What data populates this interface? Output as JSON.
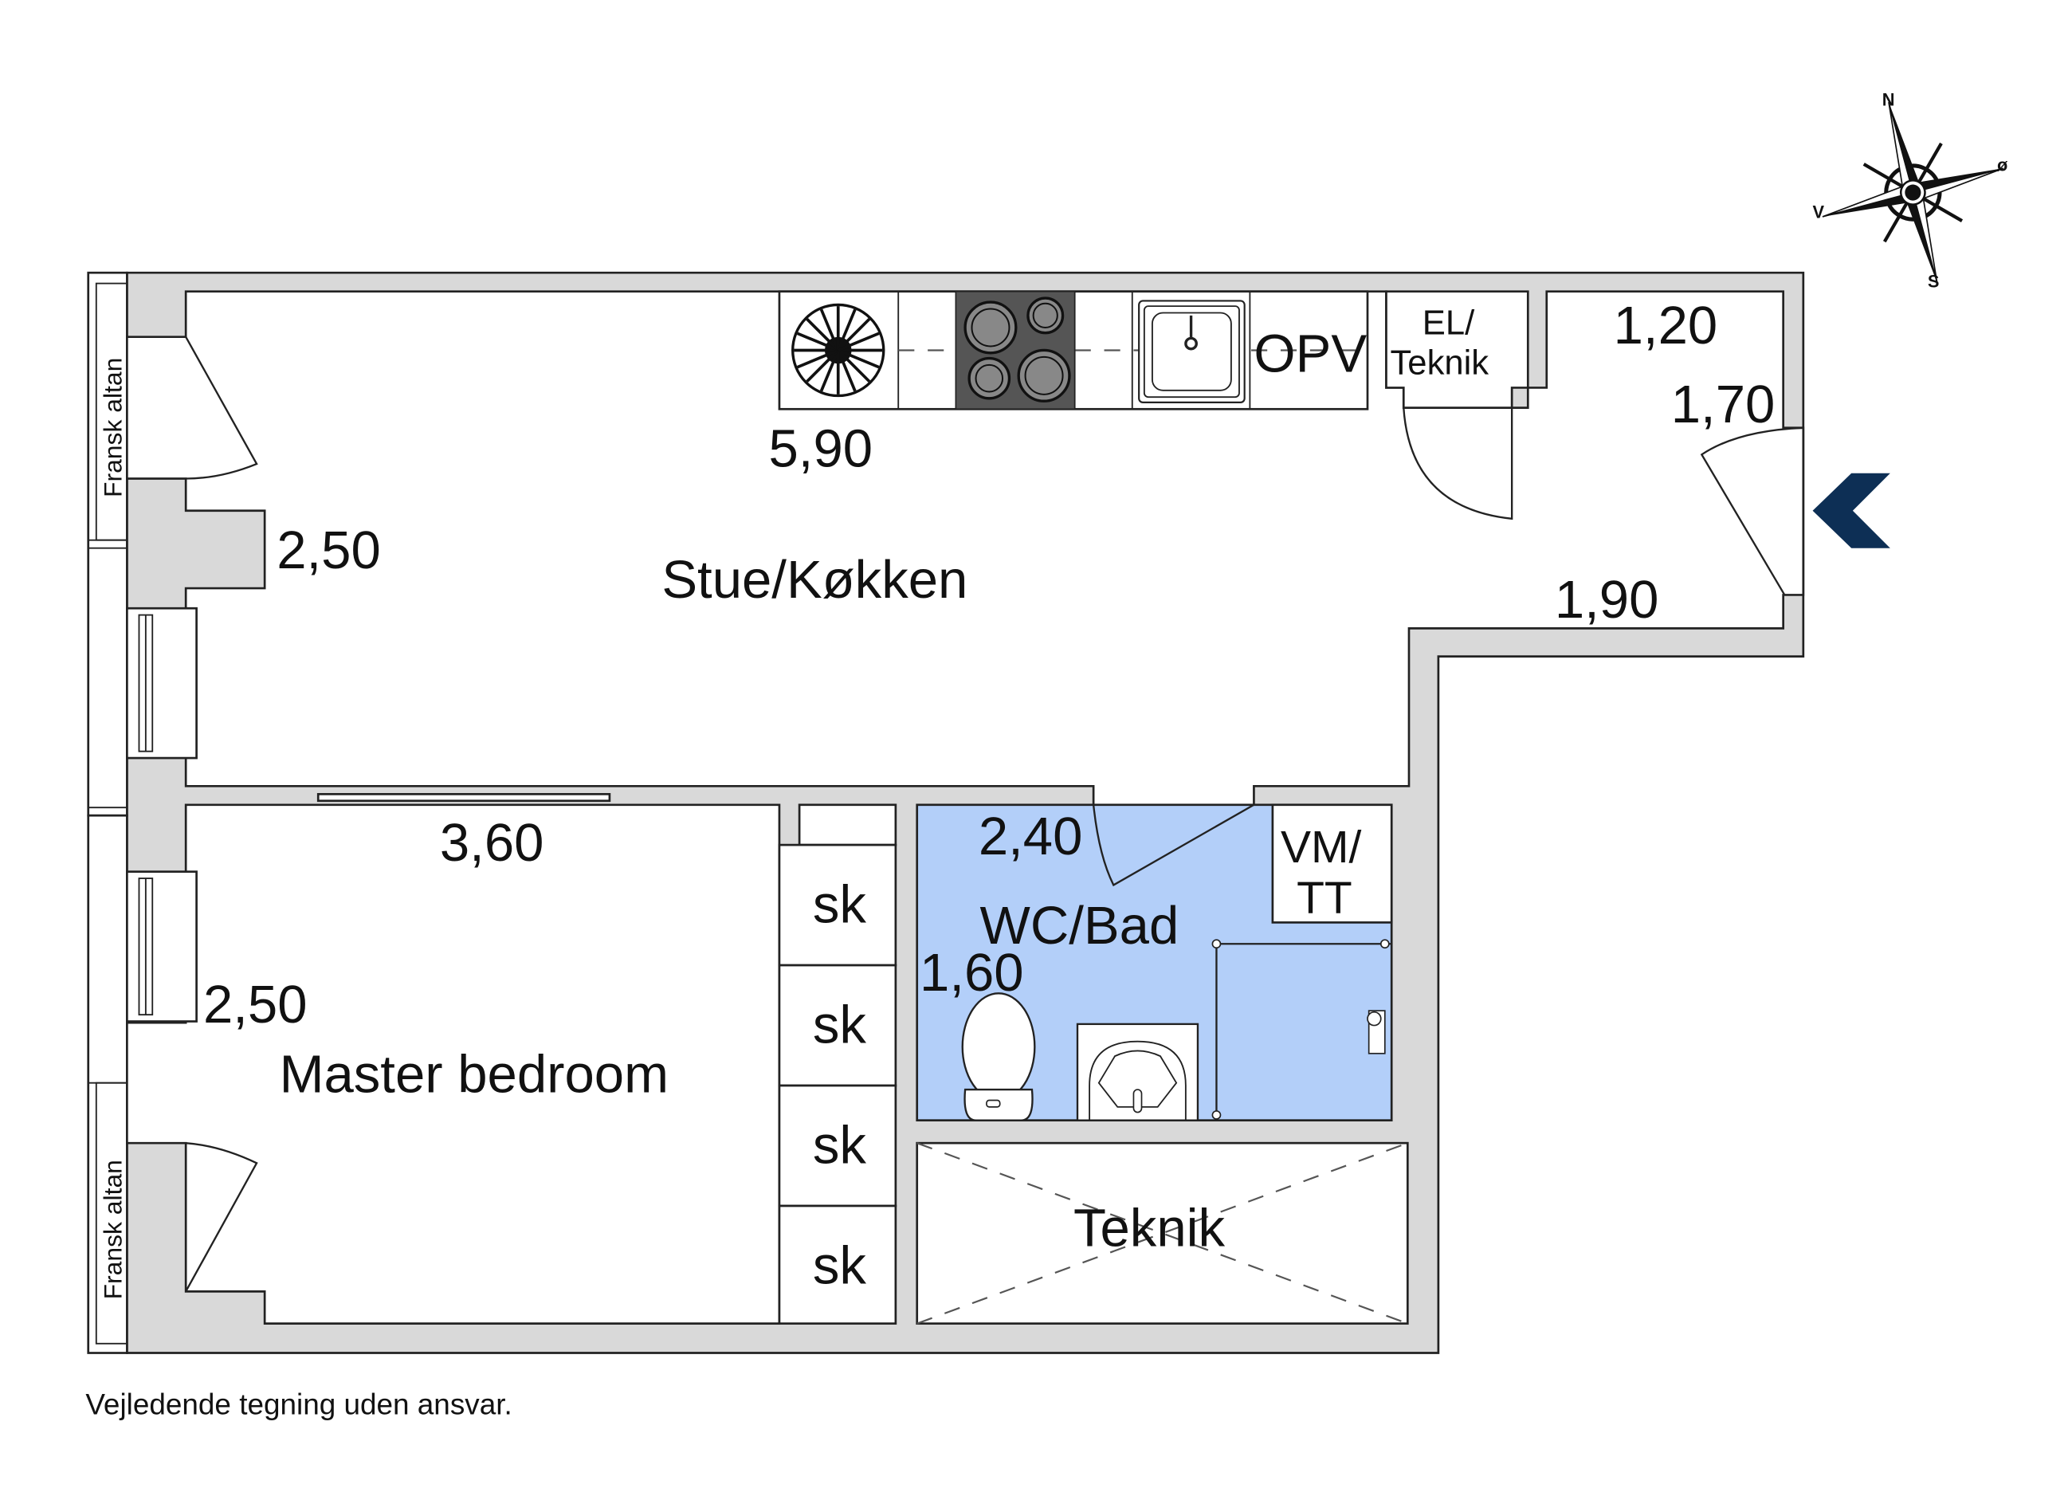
{
  "compass": {
    "north": "N",
    "east": "ø",
    "south": "S",
    "west": "V"
  },
  "rooms": {
    "living": {
      "name": "Stue/Køkken",
      "dim_kitchen": "5,90",
      "dim_window": "2,50"
    },
    "bedroom": {
      "name": "Master bedroom",
      "dim_width": "3,60",
      "dim_window": "2,50"
    },
    "bathroom": {
      "name": "WC/Bad",
      "dim_width": "2,40",
      "dim_depth": "1,60",
      "appliance": [
        "VM/",
        "TT"
      ]
    },
    "technical": {
      "name": "Teknik"
    },
    "el_closet": {
      "name": [
        "EL/",
        "Teknik"
      ]
    },
    "hall": {
      "dim_a": "1,20",
      "dim_b": "1,70",
      "dim_c": "1,90"
    }
  },
  "kitchen": {
    "dishwasher_label": "OPV"
  },
  "wardrobes": [
    "sk",
    "sk",
    "sk",
    "sk"
  ],
  "balconies": [
    "Fransk altan",
    "Fransk altan"
  ],
  "entry_arrow_color": "#0d2f55",
  "bathroom_color": "#b3cff9",
  "footer": {
    "disclaimer": "Vejledende tegning uden ansvar."
  }
}
